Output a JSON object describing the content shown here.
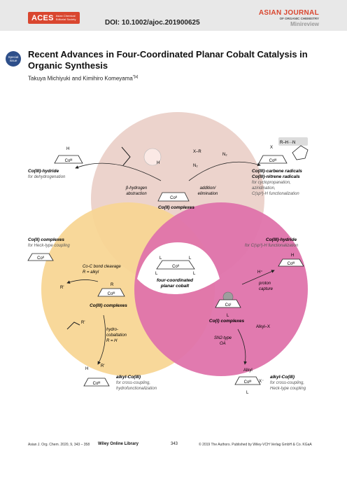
{
  "header": {
    "aces_logo": "ACES",
    "aces_sub": "Asian Chemical Editorial Society",
    "doi": "DOI: 10.1002/ajoc.201900625",
    "journal_line1": "ASIAN JOURNAL",
    "journal_line2": "OF ORGANIC CHEMISTRY",
    "journal_line3": "Minireview"
  },
  "badge": {
    "line1": "Special",
    "line2": "Issue"
  },
  "article": {
    "title": "Recent Advances in Four-Coordinated Planar Cobalt Catalysis in Organic Synthesis",
    "authors": "Takuya Michiyuki and Kimihiro Komeyama",
    "author_mark": "*[a]"
  },
  "figure": {
    "center_label_1": "four-coordinated",
    "center_label_2": "planar cobalt",
    "co_ii_complexes": "Co(II) complexes",
    "co_iii_complexes": "Co(III) complexes",
    "co_i_complexes": "Co(I) complexes",
    "beta_h_1": "β-hydrogen",
    "beta_h_2": "abstraction",
    "add_elim_1": "addition/",
    "add_elim_2": "elimination",
    "hydride_title": "Co(III)-hydride",
    "hydride_sub": "for dehydrogenation",
    "carbene_title": "Co(III)-carbene radicals",
    "nitrene_title": "Co(III)-nitrene radicals",
    "carbene_sub1": "for cyclopropanation,",
    "carbene_sub2": "aziridination,",
    "carbene_sub3": "C(sp³)-H functionalization",
    "heck_title": "Co(II) complexes",
    "heck_sub": "for Heck-type coupling",
    "cleave_1": "Co-C bond cleavage",
    "cleave_2": "R = alkyl",
    "hydride2_title": "Co(III)-hydride",
    "hydride2_sub": "for C(sp³)-H functionalization",
    "proton_1": "proton",
    "proton_2": "capture",
    "hydrocob_1": "hydro-",
    "hydrocob_2": "cobaltation",
    "hydrocob_3": "R = H",
    "sn2_1": "SN2-type",
    "sn2_2": "OA",
    "alkylx": "Alkyl–X",
    "alkyl_title": "alkyl-Co(III)",
    "alkyl_sub1": "for cross-coupling,",
    "alkyl_sub2": "hydrofunctionalization",
    "alkyl2_title": "alkyl-Co(III)",
    "alkyl2_sub1": "for cross-coupling,",
    "alkyl2_sub2": "Heck-type coupling",
    "hplus": "H⁺",
    "co_ii_sym": "Coᴵᴵ",
    "co_iii_sym": "Coᴵᴵᴵ",
    "co_i_sym": "Coᴵ",
    "n2": "N₂",
    "n2_sub": "N₂",
    "x_label": "X",
    "r_label": "R",
    "rprime": "R'",
    "h_label": "H",
    "l_label": "L",
    "alkyl_label": "Alkyl",
    "xminus": "X⁻",
    "rhn": "R–H···N",
    "x_r": "X–R",
    "colors": {
      "top_circle": "#ecd3cc",
      "left_circle": "#f7d592",
      "right_circle": "#df73ab",
      "aces_red": "#d9462f"
    }
  },
  "footer": {
    "citation": "Asian J. Org. Chem. 2020, 9, 343 – 358",
    "wol": "Wiley Online Library",
    "page": "343",
    "copyright": "© 2019 The Authors. Published by Wiley-VCH Verlag GmbH & Co. KGaA"
  }
}
